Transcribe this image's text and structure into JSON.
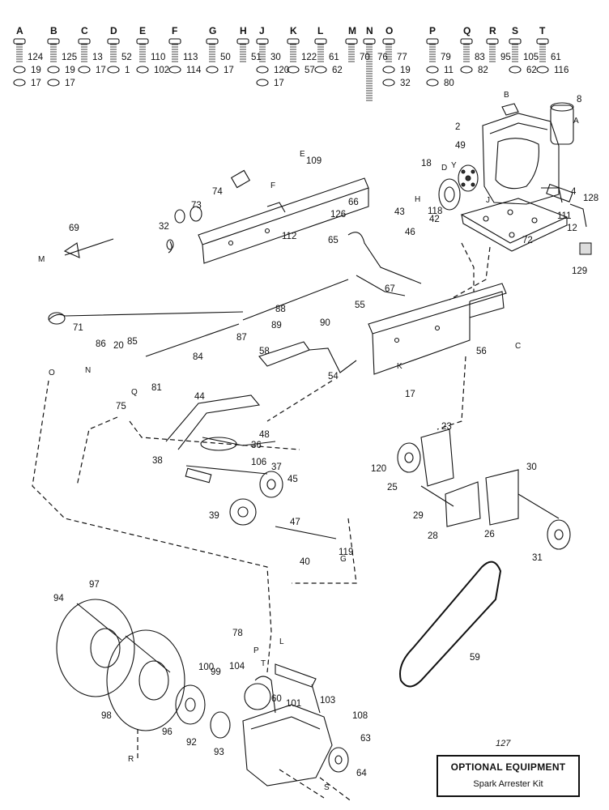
{
  "hardware_row": [
    {
      "letter": "A",
      "nums": [
        "124",
        "19",
        "17"
      ]
    },
    {
      "letter": "B",
      "nums": [
        "125",
        "19",
        "17"
      ]
    },
    {
      "letter": "C",
      "nums": [
        "13",
        "17"
      ]
    },
    {
      "letter": "D",
      "nums": [
        "52",
        "1"
      ]
    },
    {
      "letter": "E",
      "nums": [
        "110",
        "102"
      ]
    },
    {
      "letter": "F",
      "nums": [
        "113",
        "114"
      ]
    },
    {
      "letter": "G",
      "nums": [
        "50",
        "17"
      ]
    },
    {
      "letter": "H",
      "nums": [
        "51"
      ]
    },
    {
      "letter": "J",
      "nums": [
        "30",
        "120",
        "17"
      ]
    },
    {
      "letter": "K",
      "nums": [
        "122",
        "57"
      ]
    },
    {
      "letter": "L",
      "nums": [
        "61",
        "62"
      ]
    },
    {
      "letter": "M",
      "nums": [
        "70"
      ]
    },
    {
      "letter": "N",
      "nums": [
        "76"
      ]
    },
    {
      "letter": "O",
      "nums": [
        "77",
        "19",
        "32"
      ]
    },
    {
      "letter": "P",
      "nums": [
        "79",
        "11",
        "80"
      ]
    },
    {
      "letter": "Q",
      "nums": [
        "83",
        "82"
      ]
    },
    {
      "letter": "R",
      "nums": [
        "95"
      ]
    },
    {
      "letter": "S",
      "nums": [
        "105",
        "62"
      ]
    },
    {
      "letter": "T",
      "nums": [
        "61",
        "116"
      ]
    }
  ],
  "callouts": [
    "2",
    "4",
    "8",
    "12",
    "17",
    "18",
    "20",
    "23",
    "25",
    "26",
    "28",
    "29",
    "30",
    "31",
    "32",
    "36",
    "37",
    "38",
    "39",
    "40",
    "42",
    "43",
    "44",
    "45",
    "46",
    "47",
    "48",
    "49",
    "54",
    "55",
    "56",
    "58",
    "59",
    "60",
    "63",
    "64",
    "65",
    "66",
    "67",
    "69",
    "71",
    "72",
    "73",
    "74",
    "75",
    "78",
    "81",
    "84",
    "85",
    "86",
    "87",
    "88",
    "89",
    "90",
    "92",
    "93",
    "94",
    "96",
    "97",
    "98",
    "99",
    "100",
    "101",
    "103",
    "104",
    "106",
    "108",
    "109",
    "111",
    "112",
    "118",
    "119",
    "120",
    "126",
    "128",
    "129"
  ],
  "ref_letters": [
    "A",
    "B",
    "C",
    "D",
    "E",
    "F",
    "G",
    "H",
    "J",
    "K",
    "M",
    "N",
    "O",
    "P",
    "Q",
    "R",
    "S",
    "T",
    "L",
    "Y"
  ],
  "optional": {
    "number": "127",
    "title": "OPTIONAL EQUIPMENT",
    "item": "Spark Arrester Kit"
  }
}
